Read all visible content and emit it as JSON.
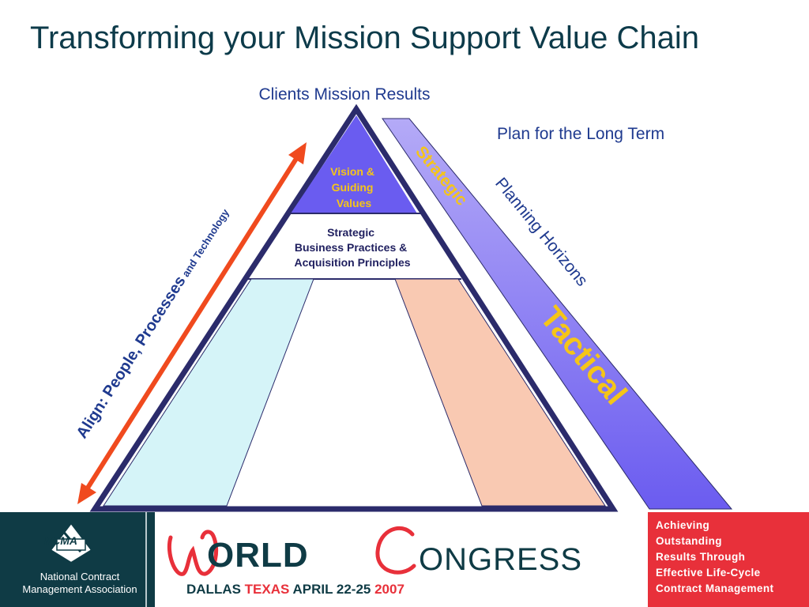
{
  "title": "Transforming your Mission Support Value Chain",
  "top_label": "Clients Mission Results",
  "plan_label": "Plan for the Long Term",
  "planning_label": "Planning Horizons",
  "strategic_label": "Strategic",
  "tactical_label": "Tactical",
  "align_label": {
    "prefix": "Align:  People, Processes",
    "suffix": " and Technology"
  },
  "vision_lines": [
    "Vision &",
    "Guiding",
    "Values"
  ],
  "strategic_lines": [
    "Strategic",
    "Business Practices &",
    "Acquisition Principles"
  ],
  "footer": {
    "ncma_logo": "NCMA",
    "ncma_name_lines": [
      "National Contract",
      "Management Association"
    ],
    "wc_orld": "ORLD",
    "wc_ongress": "ONGRESS",
    "wc_date_parts": [
      "DALLAS ",
      "TEXAS",
      " APRIL 22-25 ",
      "2007"
    ],
    "tagline_lines": [
      "Achieving",
      "Outstanding",
      "Results Through",
      "Effective Life-Cycle",
      "Contract Management"
    ]
  },
  "colors": {
    "navy": "#2b2b6b",
    "vision_fill": "#6a5cf0",
    "band_fill": "#7a6cf2",
    "red": "#e8303a",
    "light_blue": "#d5f4f8",
    "peach": "#f9c9b2",
    "text_blue": "#1f3a8f",
    "gold": "#f5c518"
  }
}
